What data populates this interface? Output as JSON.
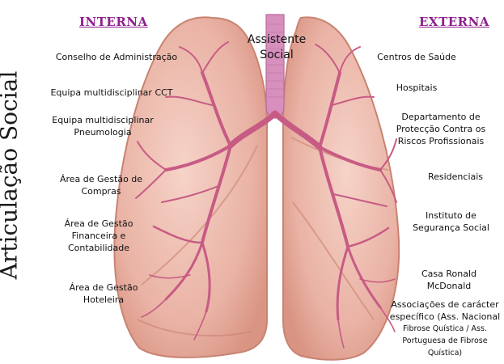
{
  "colors": {
    "interna_title": "#8e1f8e",
    "externa_title": "#8e1f8e",
    "lung_fill": "#e9b2a4",
    "lung_edge": "#c98372",
    "bronchi": "#c75b84",
    "trachea": "#d78fbd"
  },
  "vertical_title": "Articulação Social",
  "center_label": {
    "line1": "Assistente",
    "line2": "Social"
  },
  "interna": {
    "title": "INTERNA",
    "items": [
      {
        "lines": [
          "Conselho de Administração"
        ]
      },
      {
        "lines": [
          "Equipa multidisciplinar  CCT"
        ]
      },
      {
        "lines": [
          "Equipa multidisciplinar",
          "Pneumologia"
        ]
      },
      {
        "lines": [
          "Área de Gestão de",
          "Compras"
        ]
      },
      {
        "lines": [
          "Área de Gestão",
          "Financeira e",
          "Contabilidade"
        ]
      },
      {
        "lines": [
          "Área de Gestão",
          "Hoteleira"
        ]
      }
    ]
  },
  "externa": {
    "title": "EXTERNA",
    "items": [
      {
        "lines": [
          "Centros de Saúde"
        ]
      },
      {
        "lines": [
          "Hospitais"
        ]
      },
      {
        "lines": [
          "Departamento de",
          "Protecção Contra os",
          "Riscos Profissionais"
        ]
      },
      {
        "lines": [
          "Residenciais"
        ]
      },
      {
        "lines": [
          "Instituto de",
          "Segurança Social"
        ]
      },
      {
        "lines": [
          "Casa Ronald",
          "McDonald"
        ]
      },
      {
        "lines": [
          "Associações de carácter",
          "específico (Ass. Nacional",
          "Fibrose Quística / Ass.",
          "Portuguesa de Fibrose",
          "Quística)"
        ]
      }
    ]
  }
}
